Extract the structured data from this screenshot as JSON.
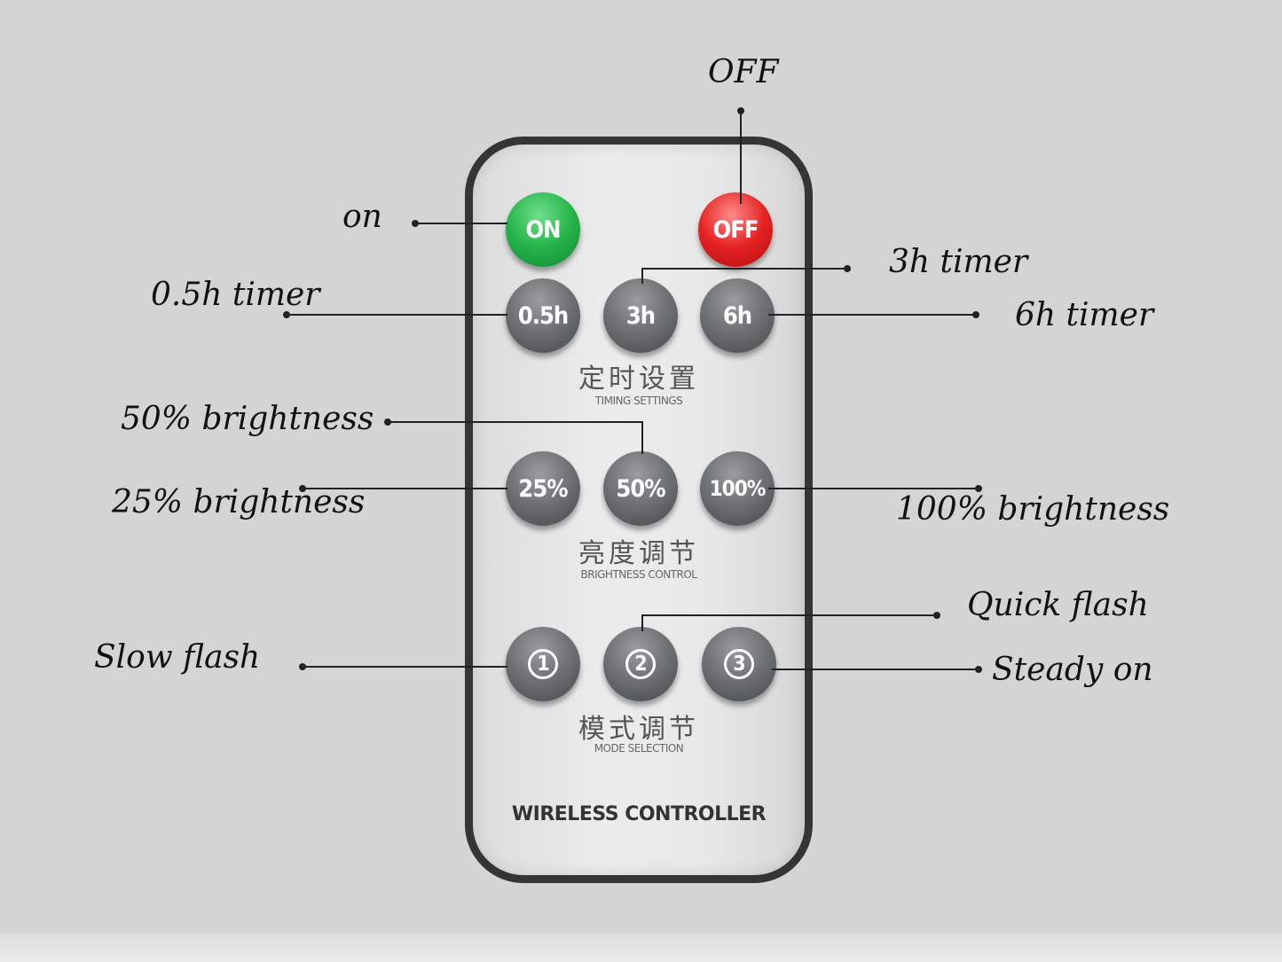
{
  "remote": {
    "buttons": {
      "on": "ON",
      "off": "OFF",
      "t05": "0.5h",
      "t3": "3h",
      "t6": "6h",
      "b25": "25%",
      "b50": "50%",
      "b100": "100%",
      "m1": "1",
      "m2": "2",
      "m3": "3"
    },
    "sections": {
      "timing_cn": "定时设置",
      "timing_en": "TIMING SETTINGS",
      "brightness_cn": "亮度调节",
      "brightness_en": "BRIGHTNESS CONTROL",
      "mode_cn": "模式调节",
      "mode_en": "MODE SELECTION"
    },
    "brand": "WIRELESS CONTROLLER",
    "colors": {
      "on": "#25b34a",
      "off": "#e42222",
      "standard": "#6b6e71",
      "body": "#e6e6e6",
      "frame": "#353535"
    }
  },
  "labels": {
    "off": "OFF",
    "on": "on",
    "t05": "0.5h timer",
    "t3": "3h timer",
    "t6": "6h timer",
    "b50": "50% brightness",
    "b25": "25% brightness",
    "b100": "100% brightness",
    "quick": "Quick flash",
    "slow": "Slow flash",
    "steady": "Steady on"
  }
}
